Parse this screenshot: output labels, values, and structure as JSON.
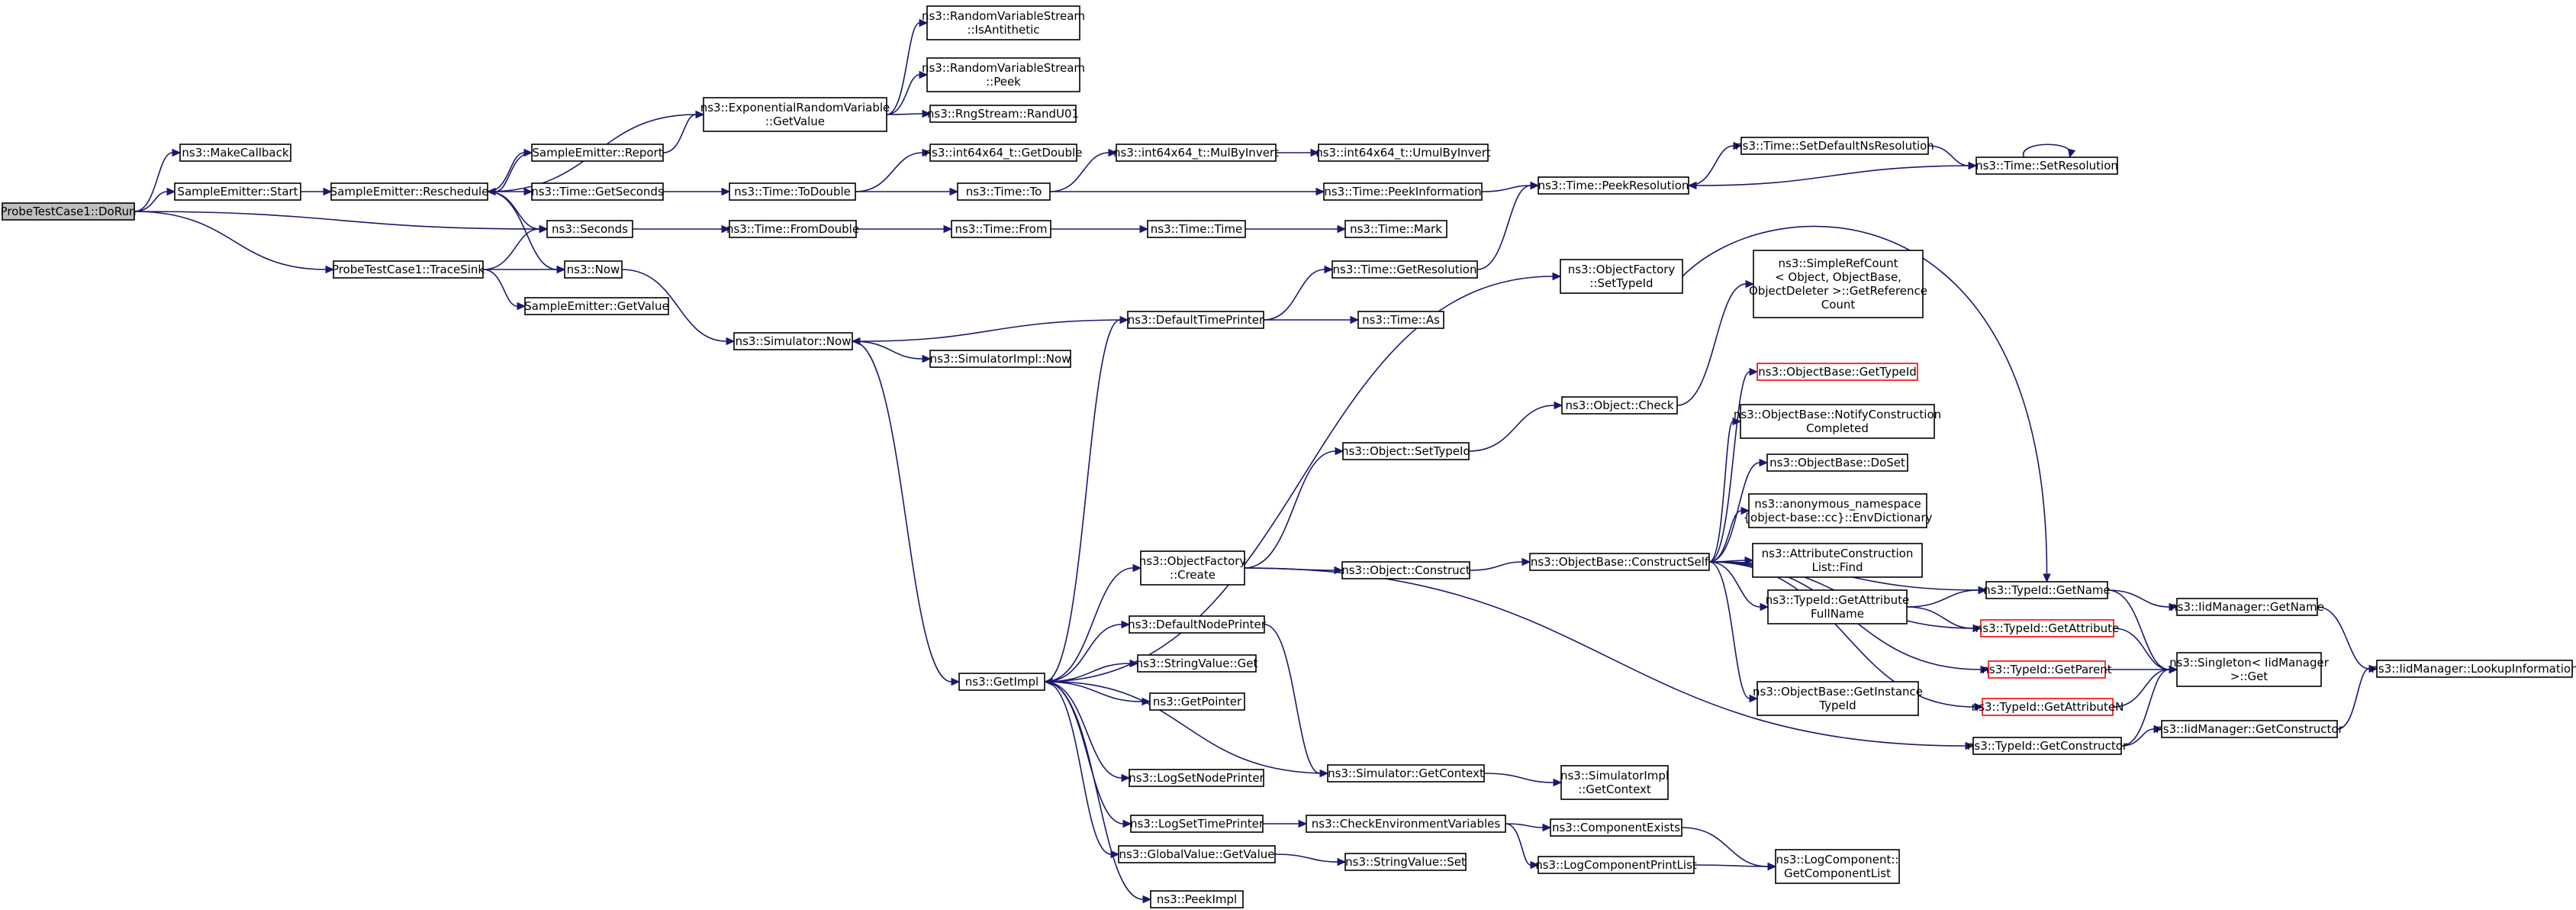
{
  "nodes": [
    {
      "id": "n0",
      "lines": [
        "ProbeTestCase1::DoRun"
      ],
      "root": true
    },
    {
      "id": "n1",
      "lines": [
        "ns3::MakeCallback"
      ]
    },
    {
      "id": "n2",
      "lines": [
        "SampleEmitter::Start"
      ]
    },
    {
      "id": "n3",
      "lines": [
        "ns3::Seconds"
      ]
    },
    {
      "id": "n4",
      "lines": [
        "ProbeTestCase1::TraceSink"
      ]
    },
    {
      "id": "n5",
      "lines": [
        "SampleEmitter::Reschedule"
      ]
    },
    {
      "id": "n6",
      "lines": [
        "SampleEmitter::Report"
      ]
    },
    {
      "id": "n7",
      "lines": [
        "ns3::Time::GetSeconds"
      ]
    },
    {
      "id": "n8",
      "lines": [
        "ns3::Now"
      ]
    },
    {
      "id": "n9",
      "lines": [
        "SampleEmitter::GetValue"
      ]
    },
    {
      "id": "n10",
      "lines": [
        "ns3::ExponentialRandomVariable",
        "::GetValue"
      ]
    },
    {
      "id": "n11",
      "lines": [
        "ns3::RandomVariableStream",
        "::IsAntithetic"
      ]
    },
    {
      "id": "n12",
      "lines": [
        "ns3::RandomVariableStream",
        "::Peek"
      ]
    },
    {
      "id": "n13",
      "lines": [
        "ns3::RngStream::RandU01"
      ]
    },
    {
      "id": "n14",
      "lines": [
        "ns3::Time::ToDouble"
      ]
    },
    {
      "id": "n15",
      "lines": [
        "ns3::int64x64_t::GetDouble"
      ]
    },
    {
      "id": "n16",
      "lines": [
        "ns3::Time::To"
      ]
    },
    {
      "id": "n17",
      "lines": [
        "ns3::int64x64_t::MulByInvert"
      ]
    },
    {
      "id": "n18",
      "lines": [
        "ns3::int64x64_t::UmulByInvert"
      ]
    },
    {
      "id": "n19",
      "lines": [
        "ns3::Time::PeekInformation"
      ]
    },
    {
      "id": "n20",
      "lines": [
        "ns3::Time::PeekResolution"
      ]
    },
    {
      "id": "n21",
      "lines": [
        "ns3::Time::SetDefaultNsResolution"
      ]
    },
    {
      "id": "n22",
      "lines": [
        "ns3::Time::SetResolution"
      ]
    },
    {
      "id": "n23",
      "lines": [
        "ns3::Time::FromDouble"
      ]
    },
    {
      "id": "n24",
      "lines": [
        "ns3::Time::From"
      ]
    },
    {
      "id": "n25",
      "lines": [
        "ns3::Time::Time"
      ]
    },
    {
      "id": "n26",
      "lines": [
        "ns3::Time::Mark"
      ]
    },
    {
      "id": "n27",
      "lines": [
        "ns3::Simulator::Now"
      ]
    },
    {
      "id": "n28",
      "lines": [
        "ns3::SimulatorImpl::Now"
      ]
    },
    {
      "id": "n29",
      "lines": [
        "ns3::GetImpl"
      ]
    },
    {
      "id": "n30",
      "lines": [
        "ns3::DefaultTimePrinter"
      ]
    },
    {
      "id": "n31",
      "lines": [
        "ns3::Time::GetResolution"
      ]
    },
    {
      "id": "n32",
      "lines": [
        "ns3::Time::As"
      ]
    },
    {
      "id": "n33",
      "lines": [
        "ns3::ObjectFactory",
        "::SetTypeId"
      ]
    },
    {
      "id": "n34",
      "lines": [
        "ns3::ObjectFactory",
        "::Create"
      ]
    },
    {
      "id": "n35",
      "lines": [
        "ns3::DefaultNodePrinter"
      ]
    },
    {
      "id": "n36",
      "lines": [
        "ns3::StringValue::Get"
      ]
    },
    {
      "id": "n37",
      "lines": [
        "ns3::GetPointer"
      ]
    },
    {
      "id": "n38",
      "lines": [
        "ns3::LogSetNodePrinter"
      ]
    },
    {
      "id": "n39",
      "lines": [
        "ns3::LogSetTimePrinter"
      ]
    },
    {
      "id": "n40",
      "lines": [
        "ns3::GlobalValue::GetValue"
      ]
    },
    {
      "id": "n41",
      "lines": [
        "ns3::PeekImpl"
      ]
    },
    {
      "id": "n42",
      "lines": [
        "ns3::Object::SetTypeId"
      ]
    },
    {
      "id": "n43",
      "lines": [
        "ns3::Object::Construct"
      ]
    },
    {
      "id": "n44",
      "lines": [
        "ns3::Simulator::GetContext"
      ]
    },
    {
      "id": "n45",
      "lines": [
        "ns3::CheckEnvironmentVariables"
      ]
    },
    {
      "id": "n46",
      "lines": [
        "ns3::StringValue::Set"
      ]
    },
    {
      "id": "n47",
      "lines": [
        "ns3::Object::Check"
      ]
    },
    {
      "id": "n48",
      "lines": [
        "ns3::ObjectBase::ConstructSelf"
      ]
    },
    {
      "id": "n49",
      "lines": [
        "ns3::SimulatorImpl",
        "::GetContext"
      ]
    },
    {
      "id": "n50",
      "lines": [
        "ns3::ComponentExists"
      ]
    },
    {
      "id": "n51",
      "lines": [
        "ns3::LogComponentPrintList"
      ]
    },
    {
      "id": "n52",
      "lines": [
        "ns3::SimpleRefCount",
        "< Object, ObjectBase,",
        "ObjectDeleter >::GetReference",
        "Count"
      ]
    },
    {
      "id": "n53",
      "lines": [
        "ns3::ObjectBase::GetTypeId"
      ],
      "red": true
    },
    {
      "id": "n54",
      "lines": [
        "ns3::ObjectBase::NotifyConstruction",
        "Completed"
      ]
    },
    {
      "id": "n55",
      "lines": [
        "ns3::ObjectBase::DoSet"
      ]
    },
    {
      "id": "n56",
      "lines": [
        "ns3::anonymous_namespace",
        "{object-base::cc}::EnvDictionary"
      ]
    },
    {
      "id": "n57",
      "lines": [
        "ns3::AttributeConstruction",
        "List::Find"
      ]
    },
    {
      "id": "n58",
      "lines": [
        "ns3::TypeId::GetAttribute",
        "FullName"
      ]
    },
    {
      "id": "n59",
      "lines": [
        "ns3::ObjectBase::GetInstance",
        "TypeId"
      ]
    },
    {
      "id": "n60",
      "lines": [
        "ns3::TypeId::GetName"
      ]
    },
    {
      "id": "n61",
      "lines": [
        "ns3::TypeId::GetAttribute"
      ],
      "red": true
    },
    {
      "id": "n62",
      "lines": [
        "ns3::TypeId::GetParent"
      ],
      "red": true
    },
    {
      "id": "n63",
      "lines": [
        "ns3::TypeId::GetAttributeN"
      ],
      "red": true
    },
    {
      "id": "n64",
      "lines": [
        "ns3::TypeId::GetConstructor"
      ]
    },
    {
      "id": "n65",
      "lines": [
        "ns3::LogComponent::",
        "GetComponentList"
      ]
    },
    {
      "id": "n66",
      "lines": [
        "ns3::IidManager::GetName"
      ]
    },
    {
      "id": "n67",
      "lines": [
        "ns3::Singleton< IidManager",
        ">::Get"
      ]
    },
    {
      "id": "n68",
      "lines": [
        "ns3::IidManager::GetConstructor"
      ]
    },
    {
      "id": "n69",
      "lines": [
        "ns3::IidManager::LookupInformation"
      ]
    }
  ]
}
